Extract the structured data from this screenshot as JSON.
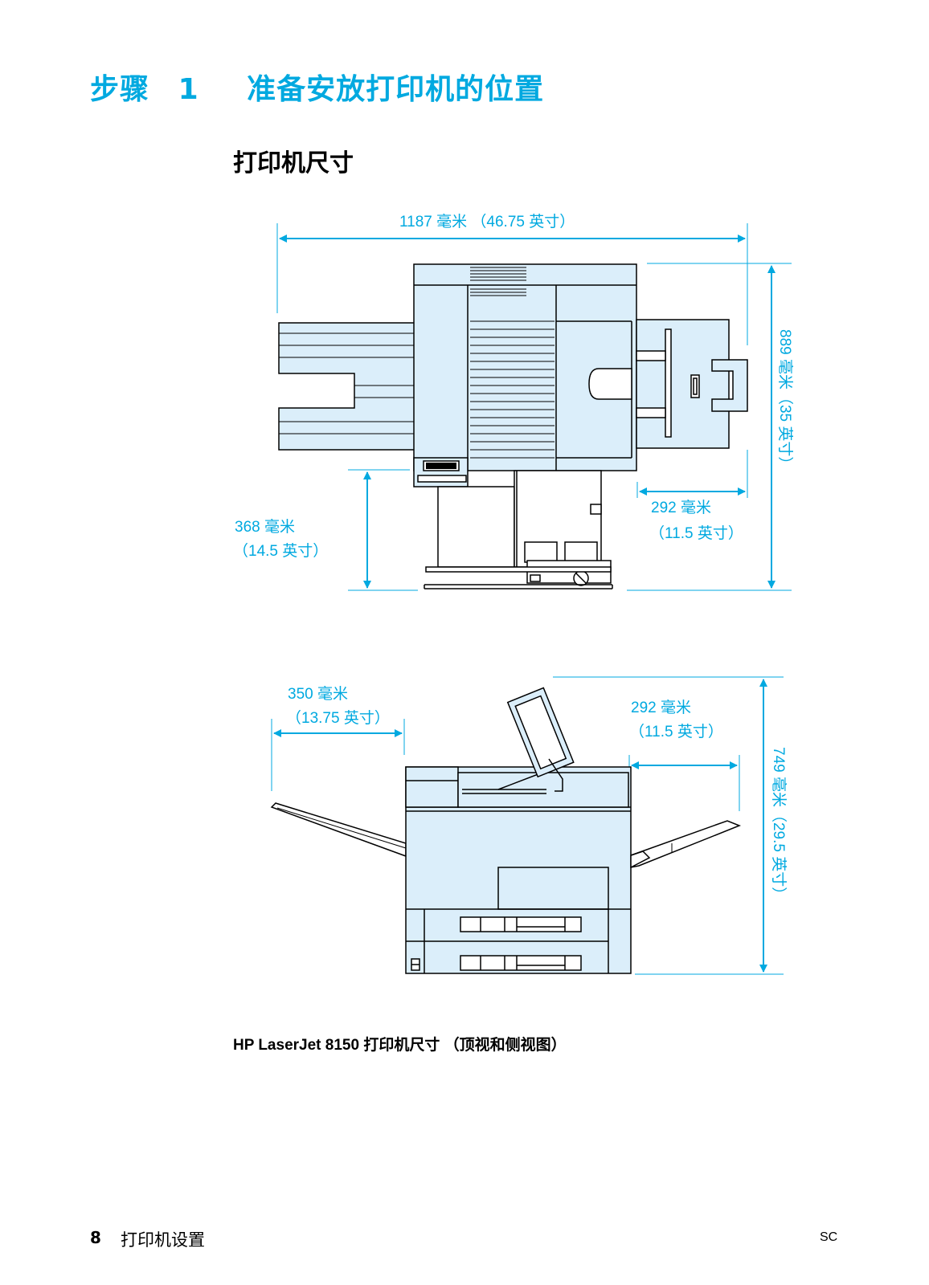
{
  "heading": {
    "step_label": "步骤",
    "step_number": "1",
    "title": "准备安放打印机的位置"
  },
  "section_title": "打印机尺寸",
  "top_view_dims": {
    "width": "1187 毫米 （46.75 英寸）",
    "depth": "889 毫米（35 英寸）",
    "tray_extension_line1": "292 毫米",
    "tray_extension_line2": "（11.5 英寸）",
    "left_clearance_line1": "368 毫米",
    "left_clearance_line2": "（14.5 英寸）"
  },
  "side_view_dims": {
    "left_line1": "350 毫米",
    "left_line2": "（13.75 英寸）",
    "right_line1": "292 毫米",
    "right_line2": "（11.5  英寸）",
    "height": "749 毫米（29.5 英寸）"
  },
  "caption": "HP LaserJet 8150 打印机尺寸 （顶视和侧视图）",
  "footer": {
    "page_number": "8",
    "section": "打印机设置",
    "language": "SC"
  },
  "colors": {
    "accent": "#00a9e0",
    "printer_fill": "#dbeefa"
  }
}
